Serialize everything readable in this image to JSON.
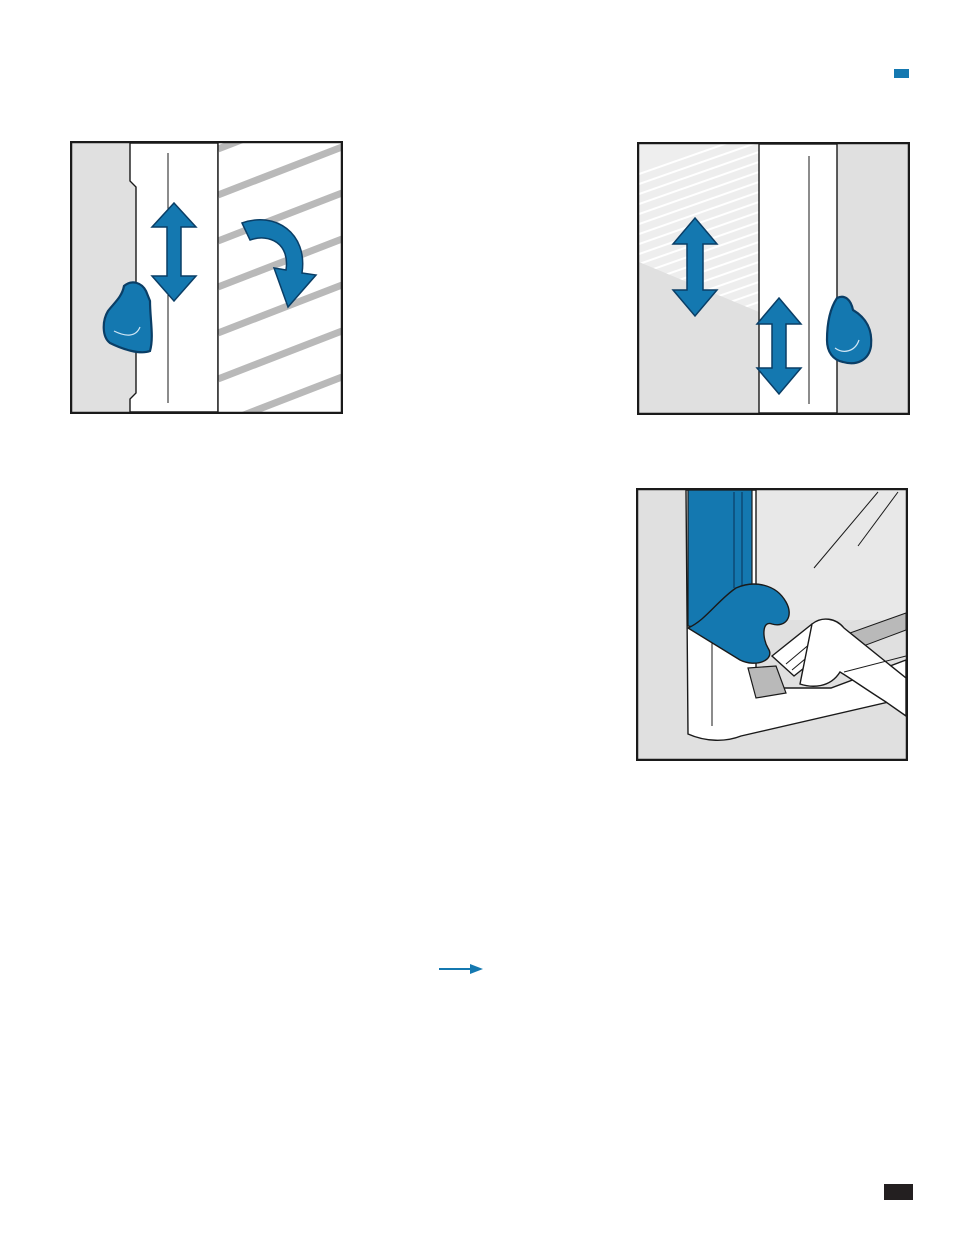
{
  "colors": {
    "accent_blue": "#1478b0",
    "dark_blue": "#0a3e66",
    "panel_gray": "#e0e0e0",
    "stripe_gray": "#b9b9b9",
    "frame_black": "#1a1a1a",
    "page_tab": "#231f20"
  },
  "icons": {
    "section_marker": "blue-square-icon",
    "reference": "right-arrow-icon",
    "page_tab": "page-number-tab"
  },
  "illustrations": [
    {
      "id": "fig-left",
      "subject": "window-track-cleaning-arrows"
    },
    {
      "id": "fig-right",
      "subject": "window-track-vertical-arrows"
    },
    {
      "id": "fig-brush",
      "subject": "paintbrush-on-window-frame"
    }
  ]
}
